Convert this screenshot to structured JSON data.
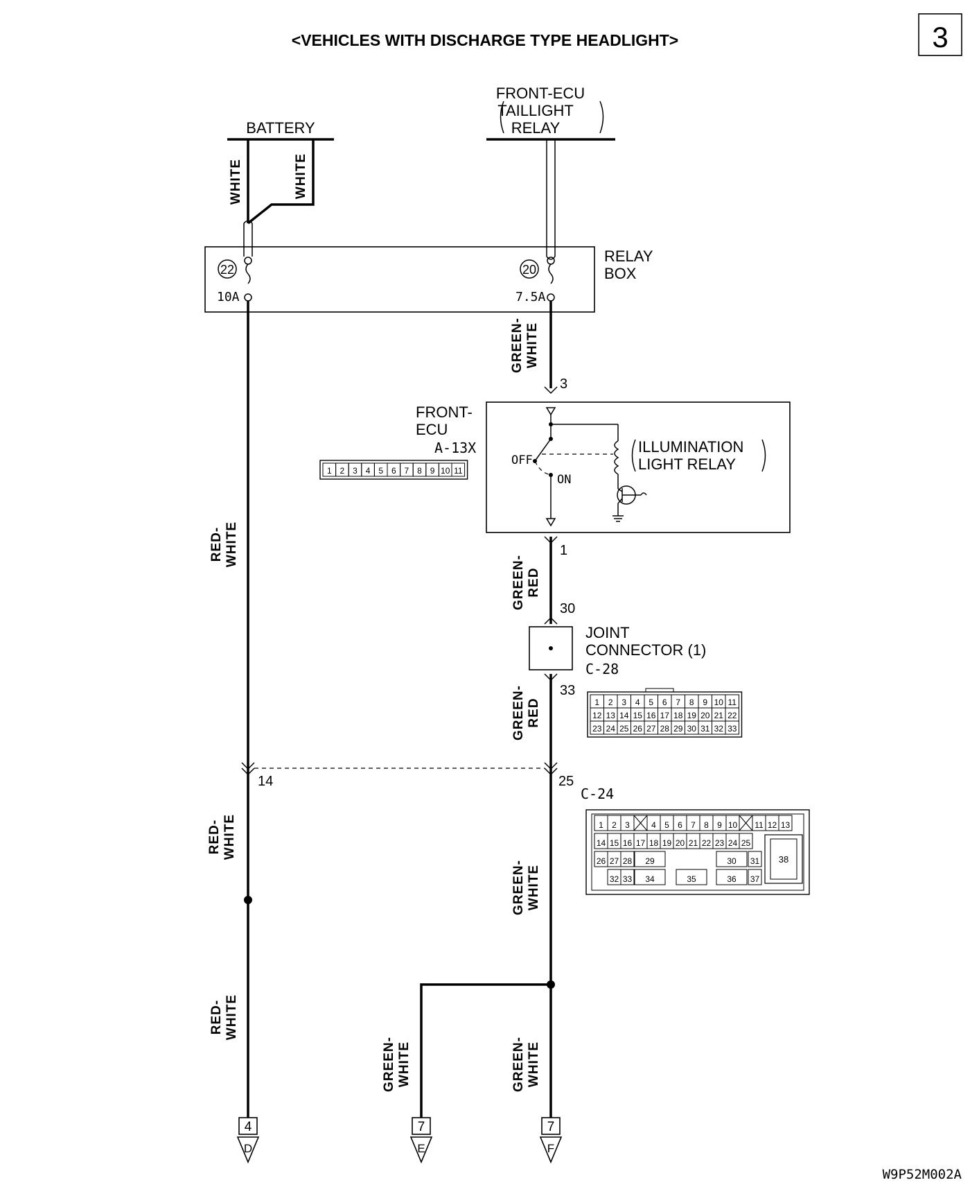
{
  "title": "<VEHICLES WITH DISCHARGE TYPE HEADLIGHT>",
  "page_number": "3",
  "footer_code": "W9P52M002A",
  "sources": {
    "battery": "BATTERY",
    "front_ecu_taillight_relay": [
      "FRONT-ECU",
      "TAILLIGHT",
      "RELAY"
    ]
  },
  "relay_box": {
    "label": [
      "RELAY",
      "BOX"
    ],
    "fuse_left": {
      "number": "22",
      "rating": "10A"
    },
    "fuse_right": {
      "number": "20",
      "rating": "7.5A"
    }
  },
  "front_ecu": {
    "label": [
      "FRONT-",
      "ECU"
    ],
    "connector": "A-13X",
    "connector_pins": [
      "1",
      "2",
      "3",
      "4",
      "5",
      "6",
      "7",
      "8",
      "9",
      "10",
      "11"
    ],
    "relay_label": [
      "ILLUMINATION",
      "LIGHT RELAY"
    ],
    "switch_off": "OFF",
    "switch_on": "ON",
    "pin_in": "3",
    "pin_out": "1"
  },
  "joint_connector": {
    "label": [
      "JOINT",
      "CONNECTOR (1)"
    ],
    "connector": "C-28",
    "pin_in": "30",
    "pin_out": "33",
    "pins_rows": [
      [
        "1",
        "2",
        "3",
        "4",
        "5",
        "6",
        "7",
        "8",
        "9",
        "10",
        "11"
      ],
      [
        "12",
        "13",
        "14",
        "15",
        "16",
        "17",
        "18",
        "19",
        "20",
        "21",
        "22"
      ],
      [
        "23",
        "24",
        "25",
        "26",
        "27",
        "28",
        "29",
        "30",
        "31",
        "32",
        "33"
      ]
    ]
  },
  "connector_c24": {
    "label": "C-24",
    "pin_left": "14",
    "pin_right": "25",
    "row1": [
      "1",
      "2",
      "3",
      "4",
      "5",
      "6",
      "7",
      "8",
      "9",
      "10",
      "11",
      "12",
      "13"
    ],
    "row2": [
      "14",
      "15",
      "16",
      "17",
      "18",
      "19",
      "20",
      "21",
      "22",
      "23",
      "24",
      "25"
    ],
    "row3": [
      "26",
      "27",
      "28",
      "29",
      "30",
      "31"
    ],
    "row4": [
      "32",
      "33",
      "34",
      "35",
      "36",
      "37"
    ],
    "big_pin": "38"
  },
  "wire_colors": {
    "white_a": "WHITE",
    "white_b": "WHITE",
    "green_white": [
      "GREEN-",
      "WHITE"
    ],
    "green_red": [
      "GREEN-",
      "RED"
    ],
    "red_white": [
      "RED-",
      "WHITE"
    ]
  },
  "terminals": [
    {
      "number": "4",
      "letter": "D"
    },
    {
      "number": "7",
      "letter": "E"
    },
    {
      "number": "7",
      "letter": "F"
    }
  ]
}
